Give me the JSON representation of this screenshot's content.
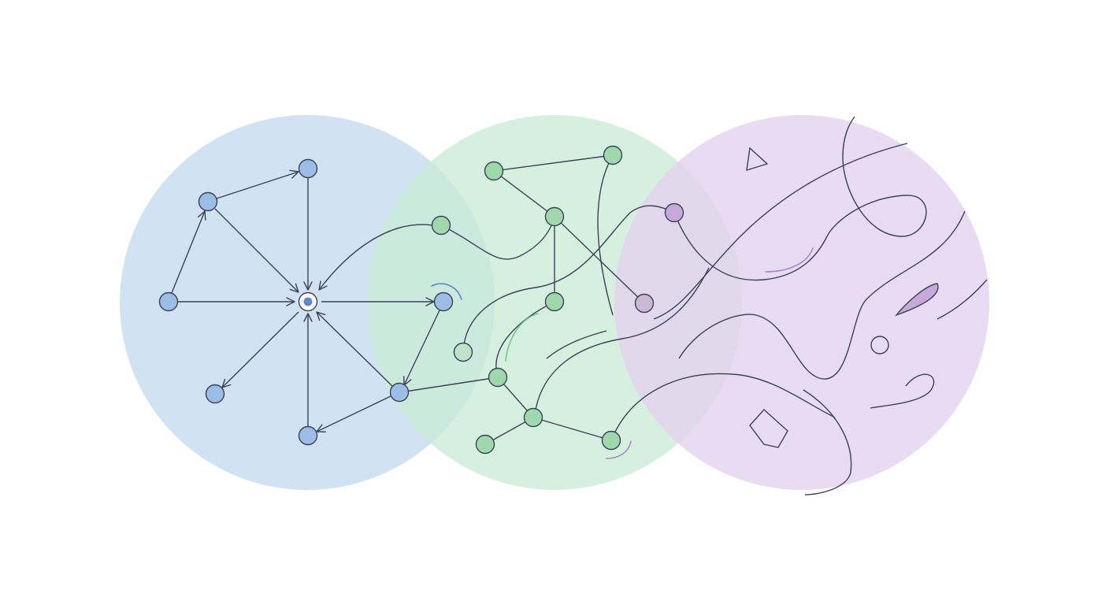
{
  "diagram": {
    "title": "",
    "colors": {
      "background": "#ffffff",
      "stroke": "#3b4258",
      "centralized_fill": "#c9ddf1",
      "centralized_node": "#9bbde6",
      "decentralized_fill": "#c8ebd4",
      "decentralized_node": "#9fd8ac",
      "distributed_fill": "#e4d2ef",
      "distributed_node": "#c7a9da",
      "accent_blue": "#5f88c9",
      "accent_green": "#79c493",
      "accent_purple": "#a888c7"
    },
    "regions": [
      {
        "id": "centralized-network",
        "fill_key": "centralized_fill"
      },
      {
        "id": "decentralized-network",
        "fill_key": "decentralized_fill"
      },
      {
        "id": "distributed-network",
        "fill_key": "distributed_fill"
      }
    ],
    "node_count_by_region": {
      "centralized-network": 8,
      "decentralized-network": 11,
      "distributed-network": 3
    },
    "hub_node": "hub-node"
  }
}
